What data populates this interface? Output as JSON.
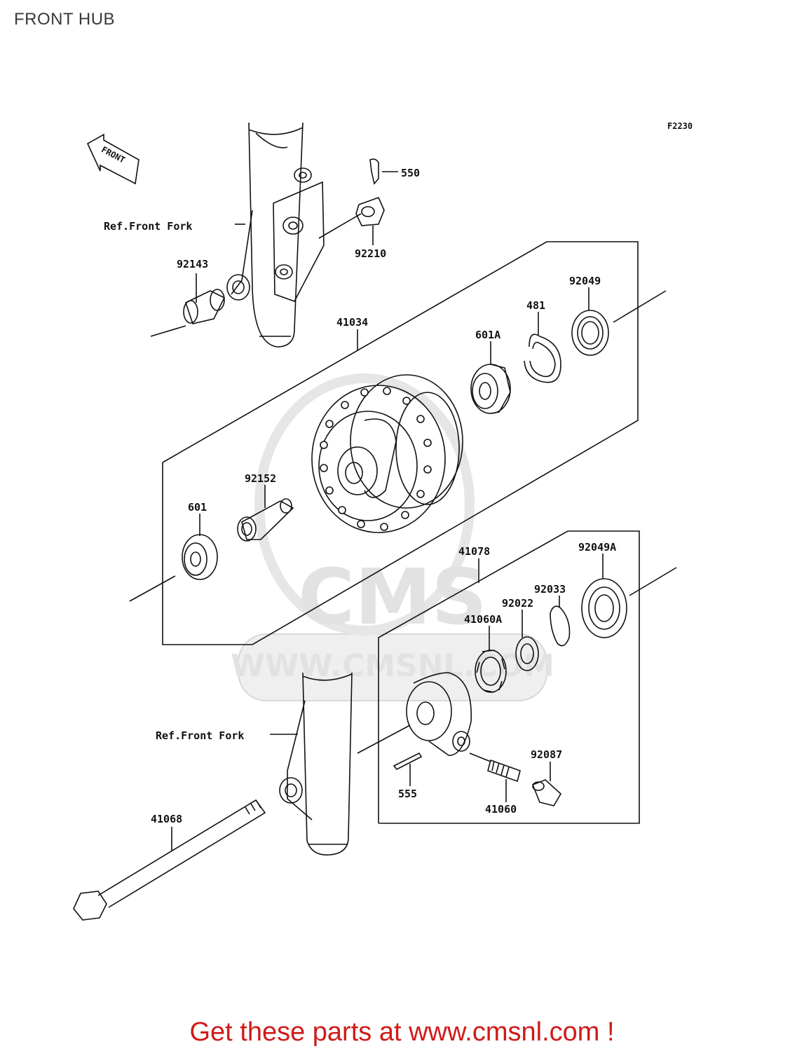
{
  "header": {
    "title": "FRONT HUB"
  },
  "diagram": {
    "code": "F2230",
    "front_arrow": "FRONT",
    "ref_upper": "Ref.Front Fork",
    "ref_lower": "Ref.Front Fork",
    "watermark_logo": "CMS",
    "watermark_url": "WWW.CMSNL.COM",
    "parts": [
      "550",
      "92210",
      "92143",
      "41034",
      "92049",
      "481",
      "601A",
      "92152",
      "601",
      "41078",
      "92049A",
      "92033",
      "92022",
      "41060A",
      "92087",
      "555",
      "41060",
      "41068"
    ]
  },
  "footer": {
    "cta": "Get these parts at www.cmsnl.com !",
    "color": "#d11a1a"
  }
}
